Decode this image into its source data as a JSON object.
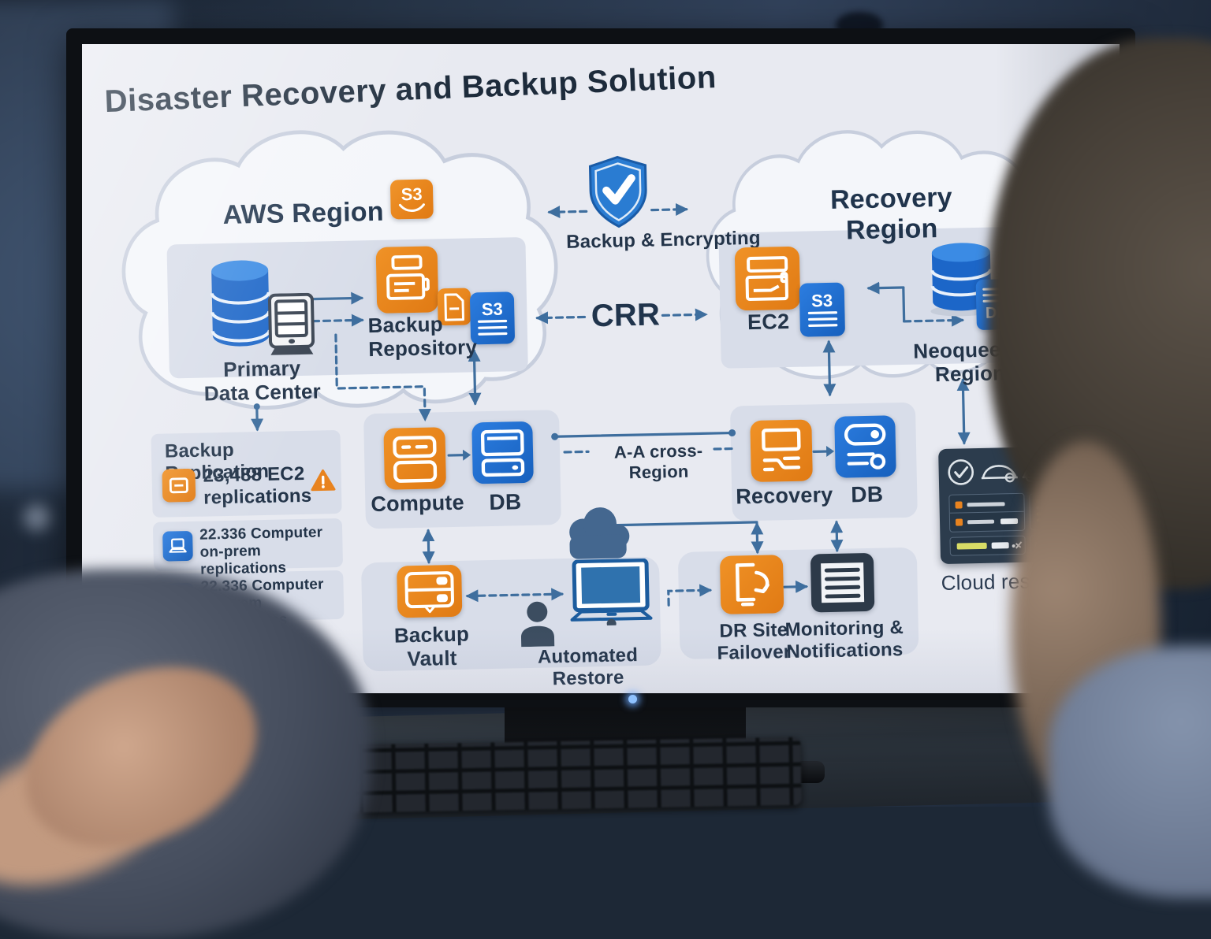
{
  "screen": {
    "title": "Disaster Recovery and Backup Solution",
    "aws_region": {
      "label": "AWS Region",
      "s3_badge": "S3"
    },
    "shield": {
      "label": "Backup & Encrypting"
    },
    "crr_label": "CRR",
    "recovery_region": {
      "label": "Recovery Region"
    },
    "primary_dc": {
      "label": "Primary\nData Center"
    },
    "backup_repository": {
      "label": "Backup\nRepository",
      "s3_tile": "S3"
    },
    "ec2": {
      "label": "EC2",
      "s3_tile": "S3"
    },
    "neoqueeon": {
      "label": "Neoqueeon\nRegion",
      "db_doc": "DB"
    },
    "compute_group": {
      "compute": "Compute",
      "db": "DB"
    },
    "aa_cross_region": "A-A cross-Region",
    "recovery_group": {
      "recovery": "Recovery",
      "db": "DB"
    },
    "backup_vault": {
      "label": "Backup\nVault"
    },
    "automated_restore": {
      "label": "Automated Restore"
    },
    "dr_site_failover": {
      "label": "DR Site\nFailover"
    },
    "monitoring": {
      "label": "Monitoring &\nNotifications"
    },
    "cloud_restore": {
      "label": "Cloud restore"
    },
    "backup_replication": {
      "title": "Backup Replication",
      "items": [
        {
          "label": "23,488 EC2\nreplications",
          "icon": "ec2-replication-icon",
          "warning": true
        },
        {
          "label": "22.336 Computer\non-prem replications",
          "icon": "computer-icon",
          "warning": false
        },
        {
          "label": "22.336 Computer\non-prem replications",
          "icon": "computer-icon",
          "warning": false
        }
      ]
    },
    "colors": {
      "orange": "#E8831F",
      "blue": "#1E6ED0",
      "navy_text": "#233449",
      "arrow": "#3E6E9E",
      "panel_dark": "#2C3C4D"
    }
  }
}
